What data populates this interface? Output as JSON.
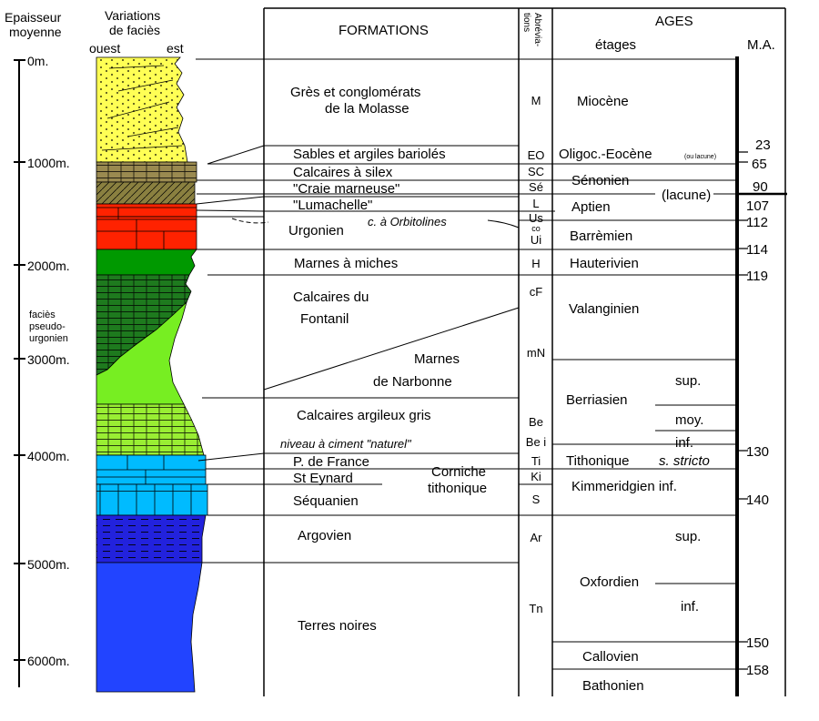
{
  "headers": {
    "thickness": [
      "Epaisseur",
      "moyenne"
    ],
    "facies": [
      "Variations",
      "de faciès"
    ],
    "west": "ouest",
    "east": "est",
    "formations": "FORMATIONS",
    "abbrev": [
      "Abrévia-",
      "tions"
    ],
    "ages": "AGES",
    "stages": "étages",
    "ma": "M.A."
  },
  "depth_labels": [
    "0m.",
    "1000m.",
    "2000m.",
    "3000m.",
    "4000m.",
    "5000m.",
    "6000m."
  ],
  "pseudo_urgonian": [
    "faciès",
    "pseudo-",
    "urgonien"
  ],
  "formations": {
    "molasse": [
      "Grès et conglomérats",
      "de la Molasse"
    ],
    "sables": "Sables et argiles bariolés",
    "silex": "Calcaires  à silex",
    "craie": "\"Craie marneuse\"",
    "lumachelle": "\"Lumachelle\"",
    "urgonien": "Urgonien",
    "orbitolines": "c. à Orbitolines",
    "miches": "Marnes  à miches",
    "fontanil": [
      "Calcaires du",
      "Fontanil"
    ],
    "narbonne": [
      "Marnes",
      "de Narbonne"
    ],
    "gris": "Calcaires argileux gris",
    "ciment": "niveau à ciment \"naturel\"",
    "france": "P. de France",
    "eynard": "St Eynard",
    "corniche": [
      "Corniche",
      "tithonique"
    ],
    "sequanien": "Séquanien",
    "argovien": "Argovien",
    "terres": "Terres noires"
  },
  "abbreviations": [
    "M",
    "EO",
    "SC",
    "Sé",
    "L",
    "Us",
    "co",
    "Ui",
    "H",
    "cF",
    "mN",
    "Be",
    "Be i",
    "Ti",
    "Ki",
    "S",
    "Ar",
    "Tn"
  ],
  "stages": {
    "miocene": "Miocène",
    "oligo": "Oligoc.-Eocène",
    "oligo_note": "(ou lacune)",
    "senonien": "Sénonien",
    "lacune": "(lacune)",
    "aptien": "Aptien",
    "barremien": "Barrèmien",
    "hauterivien": "Hauterivien",
    "valanginien": "Valanginien",
    "berriasien": "Berriasien",
    "sup": "sup.",
    "moy": "moy.",
    "inf": "inf.",
    "tithonique": "Tithonique",
    "stricto": "s. stricto",
    "kimmeridgien": "Kimmeridgien inf.",
    "oxfordien": "Oxfordien",
    "oxf_sup": "sup.",
    "oxf_inf": "inf.",
    "callovien": "Callovien",
    "bathonien": "Bathonien"
  },
  "ma_values": [
    "23",
    "65",
    "90",
    "107",
    "112",
    "114",
    "119",
    "130",
    "140",
    "150",
    "158"
  ],
  "colors": {
    "molasse": "#ffff55",
    "sables": "#ffff55",
    "silex": "#9a8a50",
    "craie": "#8a8040",
    "lumachelle": "#ff2200",
    "urgonien": "#ff2200",
    "miches": "#009900",
    "fontanil": "#1e7a1e",
    "narbonne": "#77ee22",
    "gris": "#99ee33",
    "tithonique": "#00bbff",
    "sequanien": "#00bbff",
    "argovien": "#2222dd",
    "terres": "#2244ff"
  }
}
